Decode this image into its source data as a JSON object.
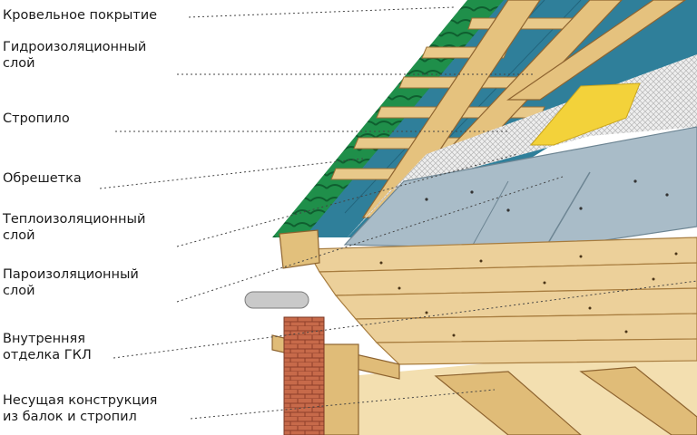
{
  "colors": {
    "roofing_green": "#1f8f4a",
    "membrane_blue": "#2f7f9a",
    "wood": "#e8c98a",
    "wood_dark": "#b98b4a",
    "insulation_yellow": "#f3d23a",
    "vapor_gray": "#9fb3bf",
    "brick": "#c76a4a",
    "leader_line": "#444444"
  },
  "layers": [
    {
      "text": "Кровельное покрытие"
    },
    {
      "text": "Гидроизоляционный\nслой"
    },
    {
      "text": "Стропило"
    },
    {
      "text": "Обрешетка"
    },
    {
      "text": "Теплоизоляционный\nслой"
    },
    {
      "text": "Пароизоляционный\nслой"
    },
    {
      "text": "Внутренняя\nотделка ГКЛ"
    },
    {
      "text": "Несущая конструкция\nиз балок и стропил"
    }
  ]
}
